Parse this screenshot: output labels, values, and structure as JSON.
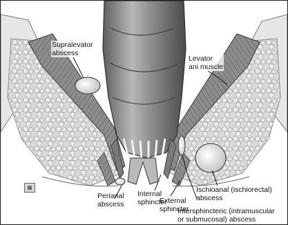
{
  "figure": {
    "labels": {
      "supralevator": "Supralevator\nabscess",
      "levator": "Levator\nani muscle",
      "perianal": "Perianal\nabscess",
      "internal_sphincter": "Internal\nsphincter",
      "external_sphincter": "External\nsphincter",
      "ischioanal": "Ischioanal (ischiorectal)\nabscess",
      "intersphincteric": "Intersphincteric (intramuscular\nor submucosal) abscess"
    },
    "icons": {
      "studio_mark": "artist-monogram-icon"
    },
    "colors": {
      "fat": "#d9d9d9",
      "fat_outline": "#a8a8a8",
      "muscle": "#8a8a8a",
      "rectum": "#7d7d7d",
      "rectum_light": "#c9c9c9",
      "bone": "#e6e6e6",
      "abscess": "#f2f2f2",
      "outline": "#3a3a3a"
    }
  }
}
